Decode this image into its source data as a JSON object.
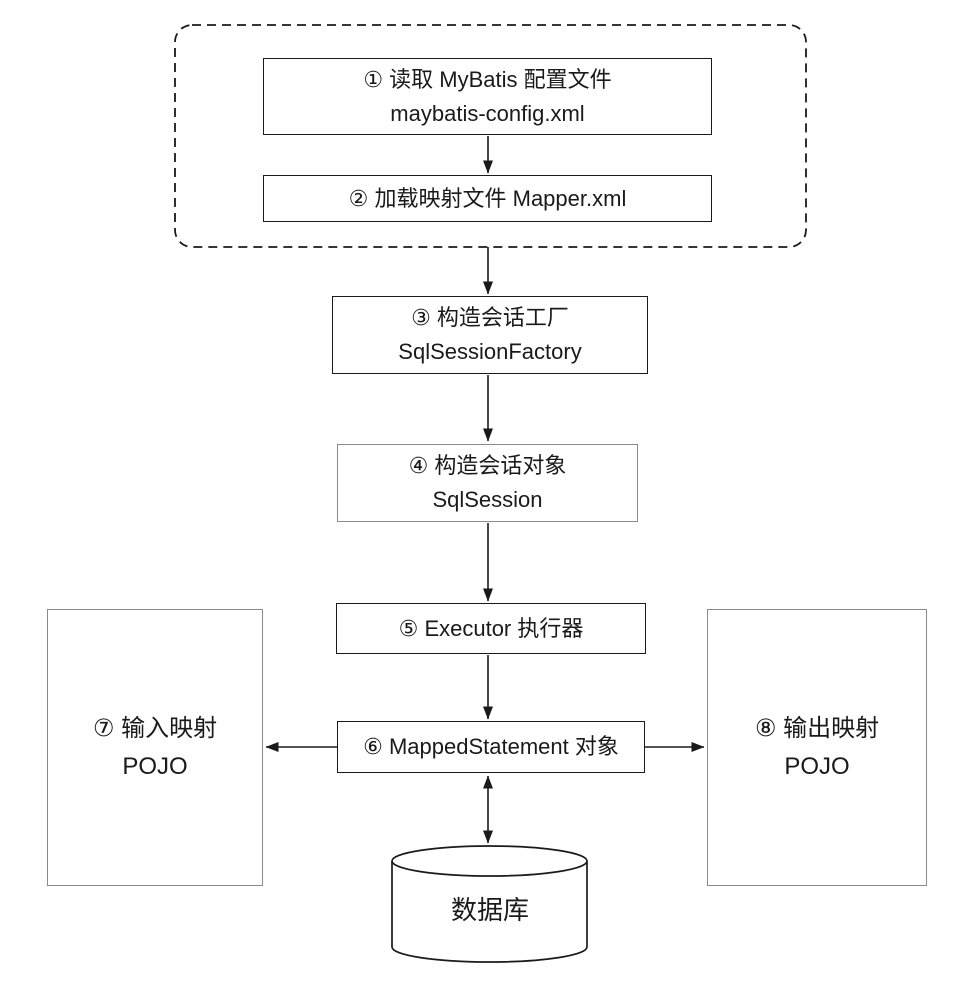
{
  "nodes": {
    "step1": {
      "line1": "① 读取 MyBatis 配置文件",
      "line2": "maybatis-config.xml"
    },
    "step2": {
      "line1": "② 加载映射文件 Mapper.xml"
    },
    "step3": {
      "line1": "③ 构造会话工厂",
      "line2": "SqlSessionFactory"
    },
    "step4": {
      "line1": "④ 构造会话对象",
      "line2": "SqlSession"
    },
    "step5": {
      "line1": "⑤ Executor 执行器"
    },
    "step6": {
      "line1": "⑥ MappedStatement 对象"
    },
    "step7": {
      "line1": "⑦ 输入映射",
      "line2": "POJO"
    },
    "step8": {
      "line1": "⑧ 输出映射",
      "line2": "POJO"
    },
    "database": {
      "label": "数据库"
    }
  },
  "colors": {
    "background": "#ffffff",
    "line": "#1a1a1a",
    "box_border_dark": "#1a1a1a",
    "box_border_gray": "#8a8a8a",
    "text": "#1a1a1a"
  }
}
